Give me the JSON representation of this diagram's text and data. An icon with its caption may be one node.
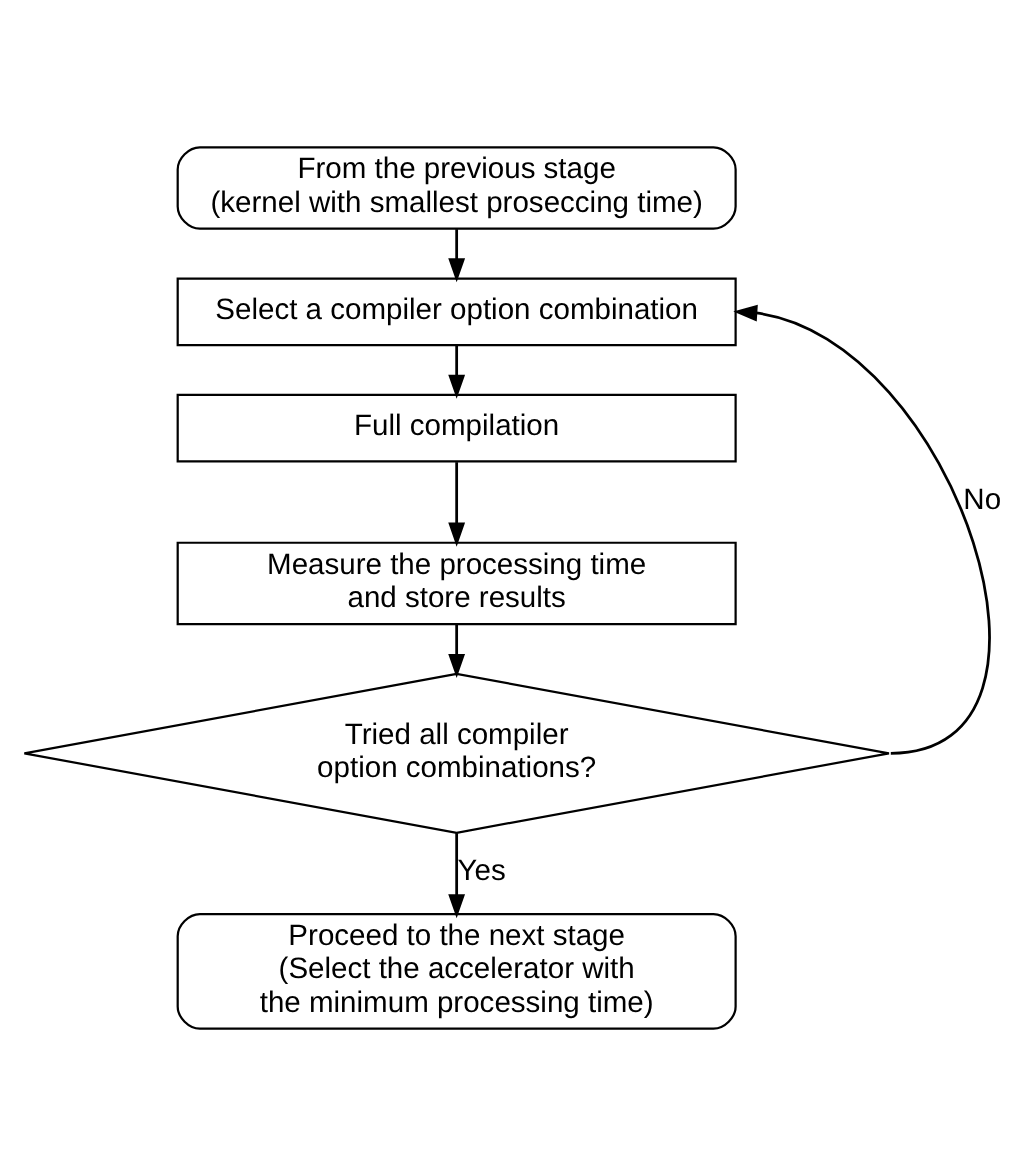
{
  "diagram": {
    "nodes": [
      {
        "text": [
          "From the previous stage (kernel with smallest proseccing time)"
        ]
      },
      {
        "text": [
          "Select a compiler option combination"
        ]
      },
      {
        "text": [
          "Full compilation"
        ]
      },
      {
        "text": [
          "Measure the processing time and store results"
        ]
      },
      {
        "text": [
          "Tried all compiler option combinations?"
        ]
      },
      {
        "text": [
          "Proceed to the next stage (Select the accelerator with the minimum processing time)"
        ]
      }
    ],
    "edges": [
      {
        "from": 0,
        "to": 1,
        "arrow": "to"
      },
      {
        "from": 1,
        "to": 2,
        "arrow": "to"
      },
      {
        "from": 2,
        "to": 3,
        "arrow": "to"
      },
      {
        "from": 3,
        "to": 4,
        "arrow": "to"
      },
      {
        "from": 4,
        "to": 5,
        "arrow": "to",
        "label": "Yes"
      },
      {
        "from": 4,
        "to": 1,
        "arrow": "to",
        "label": "No"
      }
    ]
  }
}
